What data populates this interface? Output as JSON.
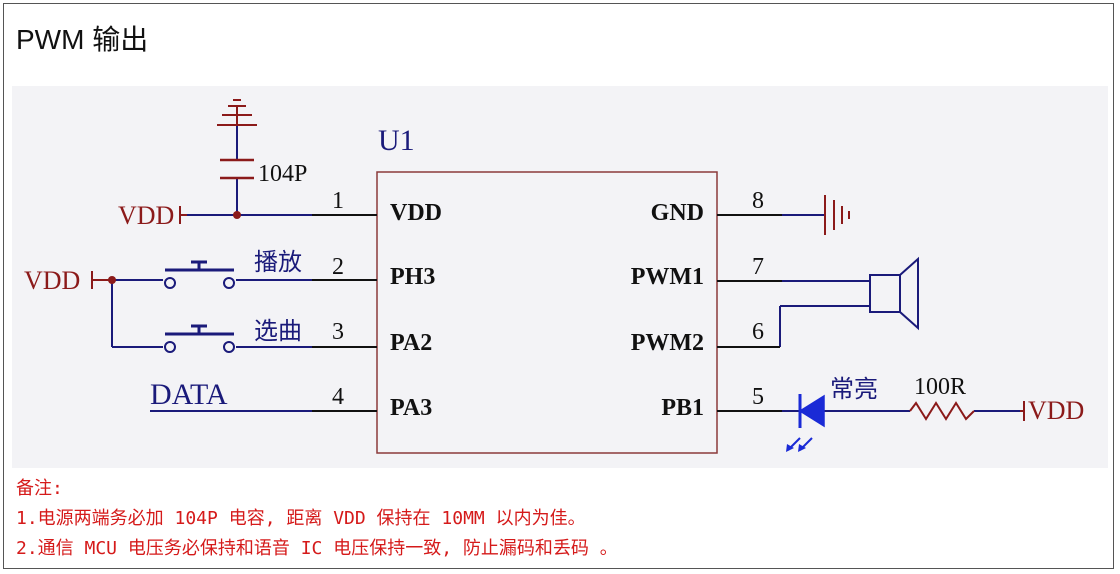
{
  "page": {
    "title": "PWM 输出"
  },
  "chip": {
    "ref": "U1",
    "left_pins": [
      {
        "number": "1",
        "name": "VDD"
      },
      {
        "number": "2",
        "name": "PH3"
      },
      {
        "number": "3",
        "name": "PA2"
      },
      {
        "number": "4",
        "name": "PA3"
      }
    ],
    "right_pins": [
      {
        "number": "8",
        "name": "GND"
      },
      {
        "number": "7",
        "name": "PWM1"
      },
      {
        "number": "6",
        "name": "PWM2"
      },
      {
        "number": "5",
        "name": "PB1"
      }
    ]
  },
  "components": {
    "capacitor_value": "104P",
    "resistor_value": "100R",
    "button_play_label": "播放",
    "button_select_label": "选曲",
    "led_label": "常亮",
    "data_net": "DATA",
    "vdd_top_left": "VDD",
    "vdd_mid_left": "VDD",
    "vdd_right": "VDD"
  },
  "notes": {
    "heading": "备注:",
    "items": [
      "1.电源两端务必加 104P 电容, 距离 VDD 保持在 10MM 以内为佳。",
      "2.通信 MCU 电压务必保持和语音 IC 电压保持一致, 防止漏码和丢码 。"
    ]
  },
  "colors": {
    "wire": "#1a1a7a",
    "power": "#8b1a1a",
    "chip_border": "#8b3a3a",
    "led": "#1a2ad6",
    "notes": "#d51a1a",
    "junction": "#8b1a1a"
  }
}
